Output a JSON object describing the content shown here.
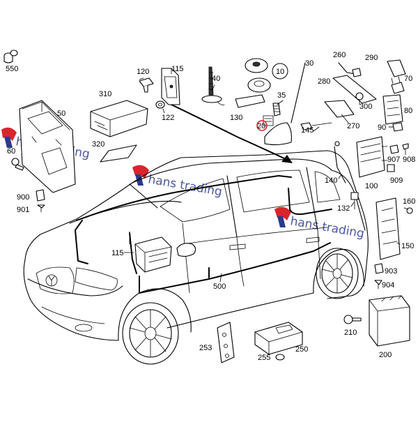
{
  "watermark": {
    "text": "hans trading",
    "colors": {
      "blue": "#2b3a8c",
      "red": "#d9242b"
    }
  },
  "callouts": [
    {
      "id": "550",
      "label": "550"
    },
    {
      "id": "50",
      "label": "50"
    },
    {
      "id": "60",
      "label": "60"
    },
    {
      "id": "900",
      "label": "900"
    },
    {
      "id": "901",
      "label": "901"
    },
    {
      "id": "310",
      "label": "310"
    },
    {
      "id": "320",
      "label": "320"
    },
    {
      "id": "120",
      "label": "120"
    },
    {
      "id": "115a",
      "label": "115"
    },
    {
      "id": "122",
      "label": "122"
    },
    {
      "id": "40",
      "label": "40"
    },
    {
      "id": "130",
      "label": "130"
    },
    {
      "id": "10",
      "label": "10"
    },
    {
      "id": "35",
      "label": "35"
    },
    {
      "id": "20",
      "label": "20"
    },
    {
      "id": "30",
      "label": "30"
    },
    {
      "id": "260",
      "label": "260"
    },
    {
      "id": "290",
      "label": "290"
    },
    {
      "id": "280",
      "label": "280"
    },
    {
      "id": "70",
      "label": "70"
    },
    {
      "id": "80",
      "label": "80"
    },
    {
      "id": "300",
      "label": "300"
    },
    {
      "id": "270",
      "label": "270"
    },
    {
      "id": "90",
      "label": "90"
    },
    {
      "id": "145",
      "label": "145"
    },
    {
      "id": "907",
      "label": "907"
    },
    {
      "id": "908",
      "label": "908"
    },
    {
      "id": "909",
      "label": "909"
    },
    {
      "id": "100",
      "label": "100"
    },
    {
      "id": "140",
      "label": "140"
    },
    {
      "id": "132",
      "label": "132"
    },
    {
      "id": "160",
      "label": "160"
    },
    {
      "id": "150",
      "label": "150"
    },
    {
      "id": "903",
      "label": "903"
    },
    {
      "id": "904",
      "label": "904"
    },
    {
      "id": "115b",
      "label": "115"
    },
    {
      "id": "500",
      "label": "500"
    },
    {
      "id": "210",
      "label": "210"
    },
    {
      "id": "200",
      "label": "200"
    },
    {
      "id": "253",
      "label": "253"
    },
    {
      "id": "250",
      "label": "250"
    },
    {
      "id": "255",
      "label": "255"
    }
  ]
}
